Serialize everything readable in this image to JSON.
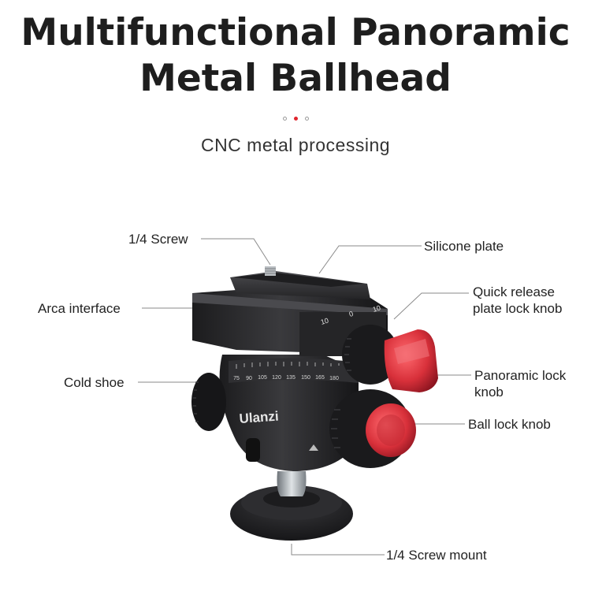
{
  "heading": {
    "line1": "Multifunctional Panoramic",
    "line2": "Metal Ballhead"
  },
  "pagination": {
    "count": 3,
    "active_index": 1,
    "active_color": "#e0262f"
  },
  "subtitle": "CNC metal processing",
  "product": {
    "brand_text": "Ulanzi",
    "body_color": "#2b2b2d",
    "accent_color": "#d8303a",
    "scale_numbers": [
      "75",
      "90",
      "105",
      "120",
      "135",
      "150",
      "165",
      "180"
    ],
    "plate_scale": [
      "10",
      "0",
      "10"
    ]
  },
  "callouts": {
    "screw": "1/4 Screw",
    "silicone_plate": "Silicone plate",
    "quick_release_line1": "Quick release",
    "quick_release_line2": "plate lock knob",
    "arca": "Arca interface",
    "cold_shoe": "Cold shoe",
    "panoramic_line1": "Panoramic lock",
    "panoramic_line2": "knob",
    "ball_lock": "Ball lock knob",
    "screw_mount": "1/4 Screw mount"
  }
}
